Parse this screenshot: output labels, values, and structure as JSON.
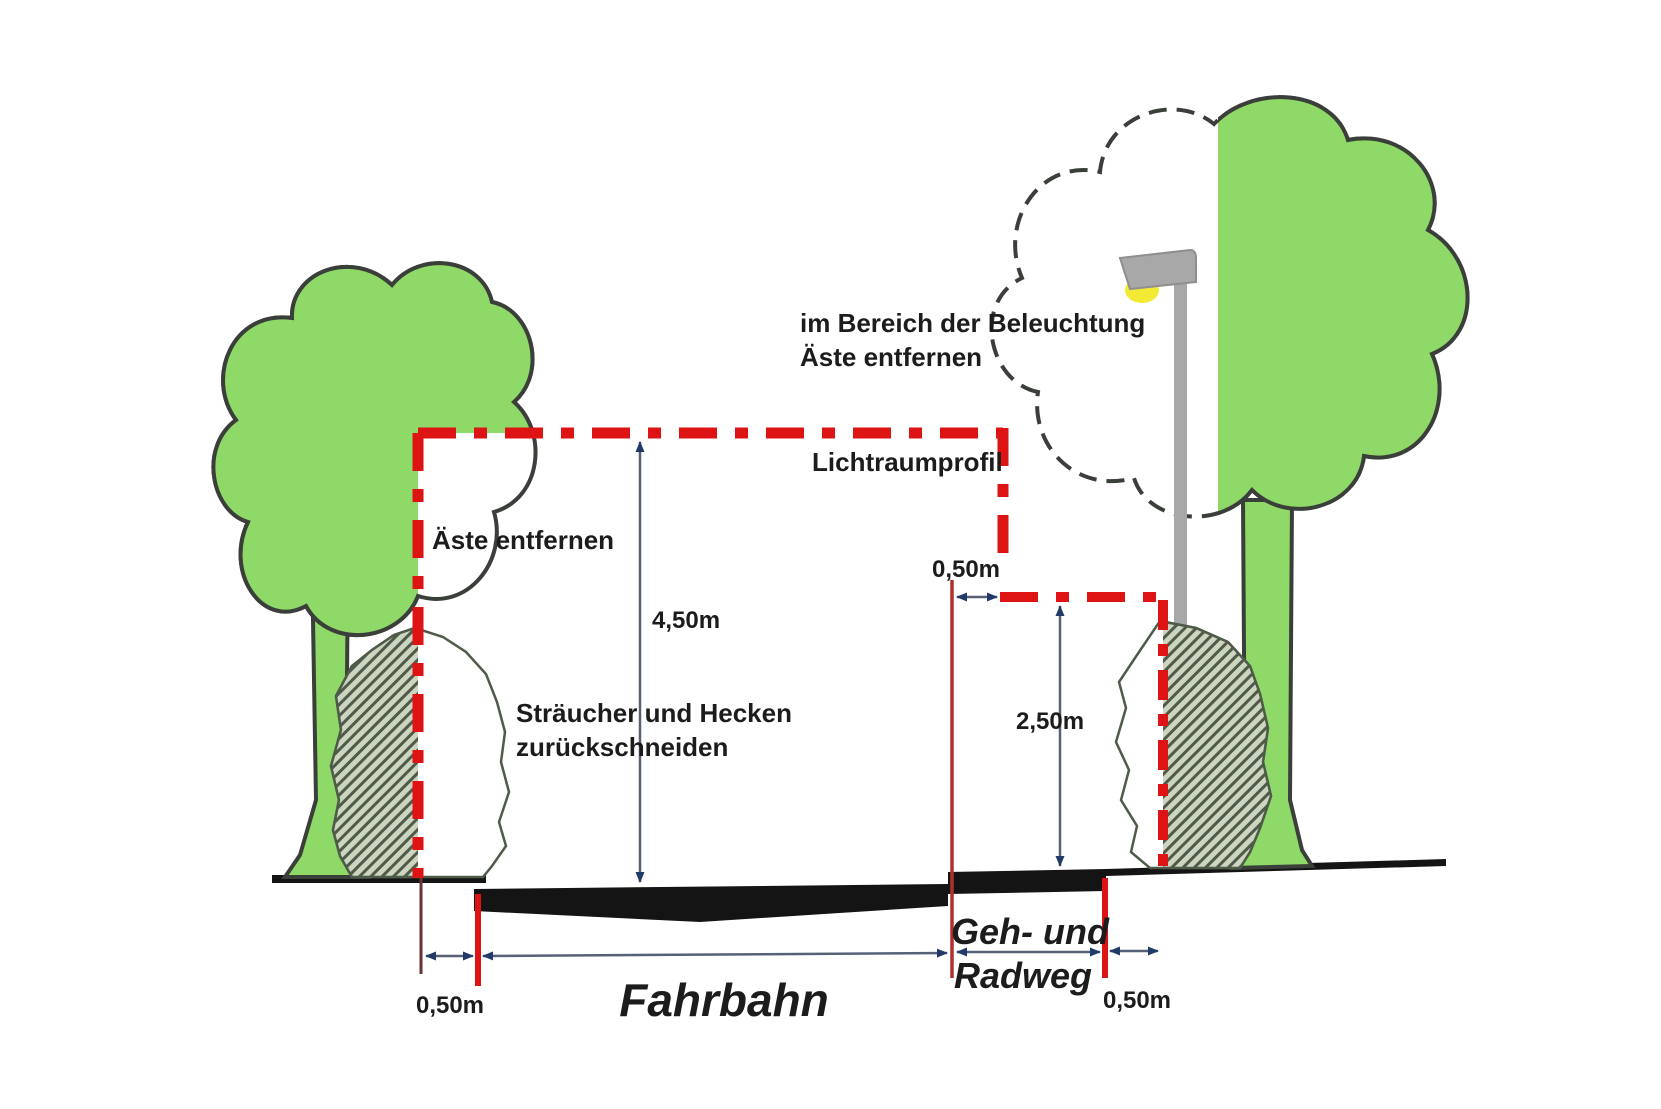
{
  "diagram": {
    "title": "Lichtraumprofil",
    "labels": {
      "lighting_note_line1": "im Bereich der Beleuchtung",
      "lighting_note_line2": "Äste entfernen",
      "profile": "Lichtraumprofil",
      "remove_branches": "Äste entfernen",
      "clearance_height_road": "4,50m",
      "shrubs_line1": "Sträucher und Hecken",
      "shrubs_line2": "zurückschneiden",
      "offset_top": "0,50m",
      "clearance_height_path": "2,50m",
      "path_label_line1": "Geh- und",
      "path_label_line2": "Radweg",
      "road_label": "Fahrbahn",
      "offset_bottom_left": "0,50m",
      "offset_bottom_right": "0,50m"
    },
    "colors": {
      "tree_green": "#8fd968",
      "outline_dark": "#3b3f3a",
      "profile_red": "#de1414",
      "dimension_navy": "#223a6a",
      "dimension_stem": "#566077",
      "road_black": "#141414",
      "lamp_gray": "#a8a8a8",
      "lamp_yellow": "#f2ea35",
      "hedge_bg": "#cdd4c0",
      "hedge_stroke": "#4f5b49",
      "marker_dark_red": "#6b3333",
      "marker_mid_red": "#b03030"
    }
  }
}
